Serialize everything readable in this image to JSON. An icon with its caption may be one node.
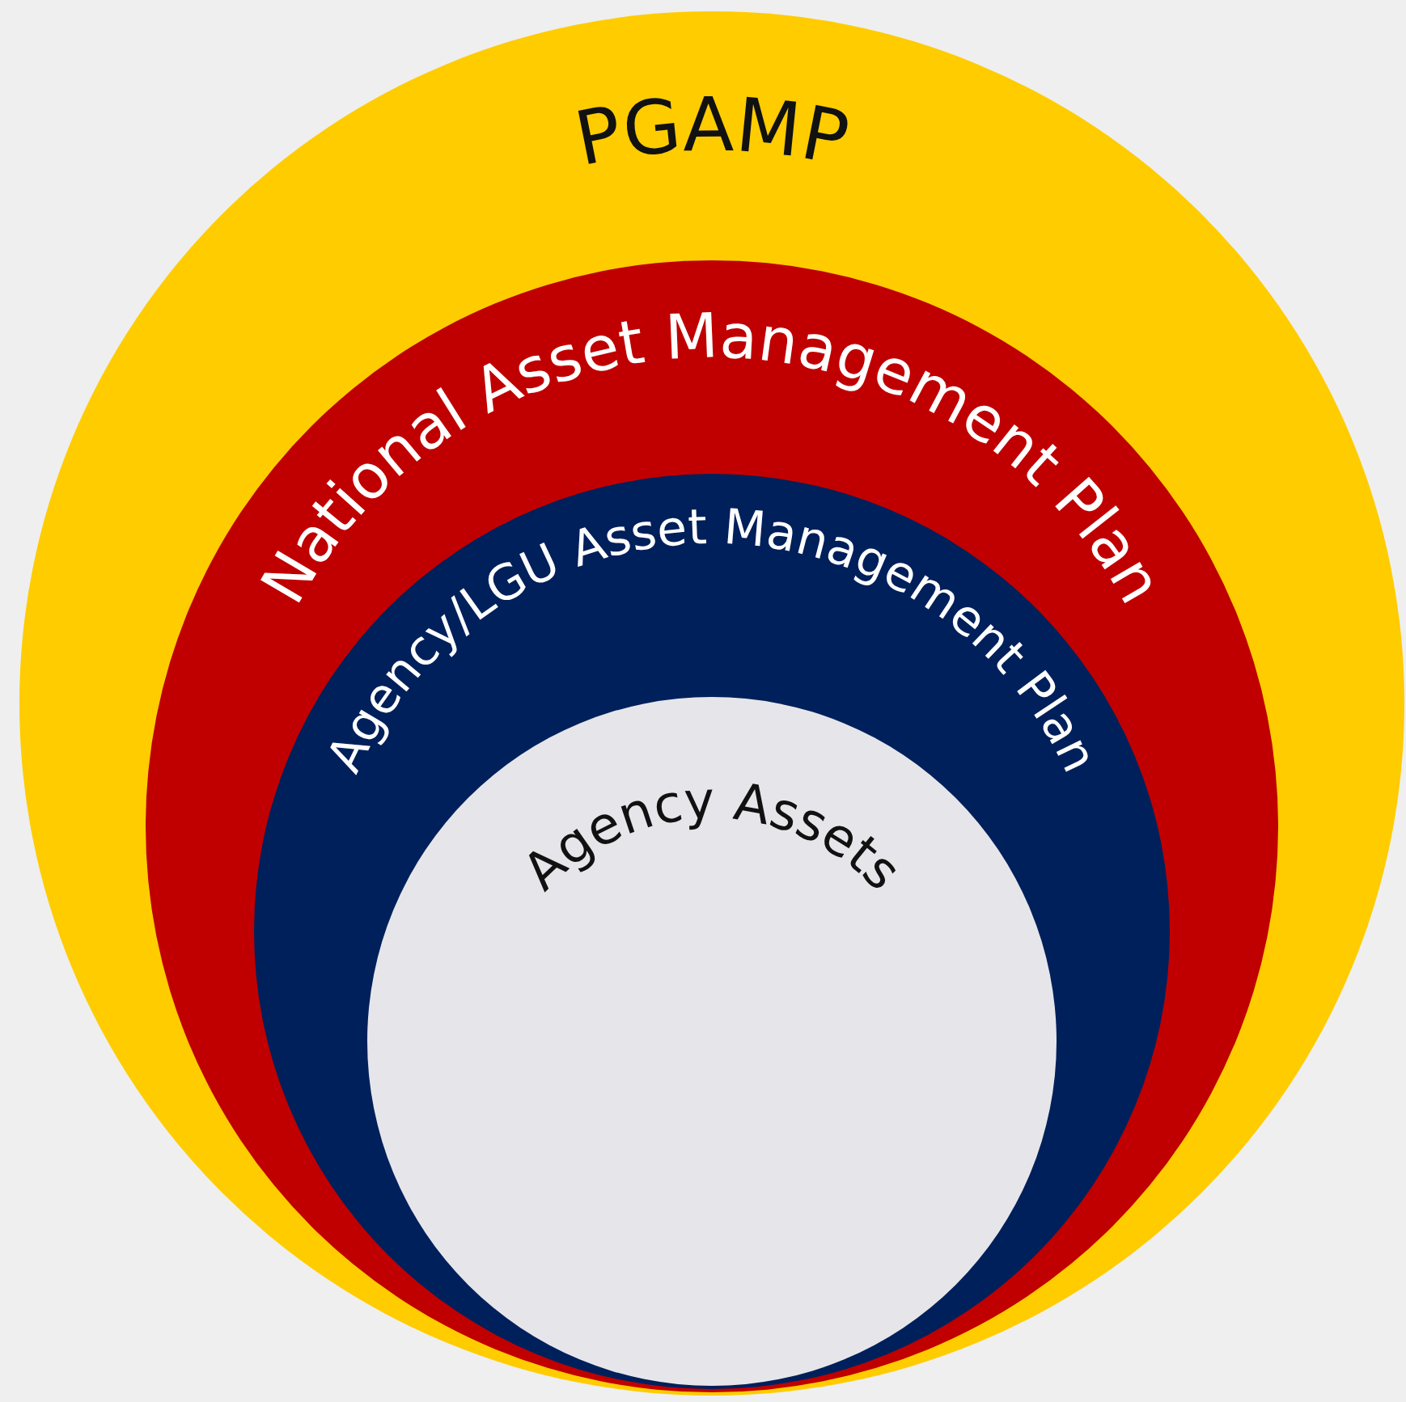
{
  "diagram": {
    "nodes": [
      {
        "text": [
          "PGAMP"
        ]
      },
      {
        "text": [
          "National Asset Management Plan"
        ],
        "in": 0
      },
      {
        "text": [
          "Agency/LGU Asset Management Plan"
        ],
        "in": 1
      },
      {
        "text": [
          "Agency Assets"
        ],
        "in": 2
      }
    ]
  }
}
